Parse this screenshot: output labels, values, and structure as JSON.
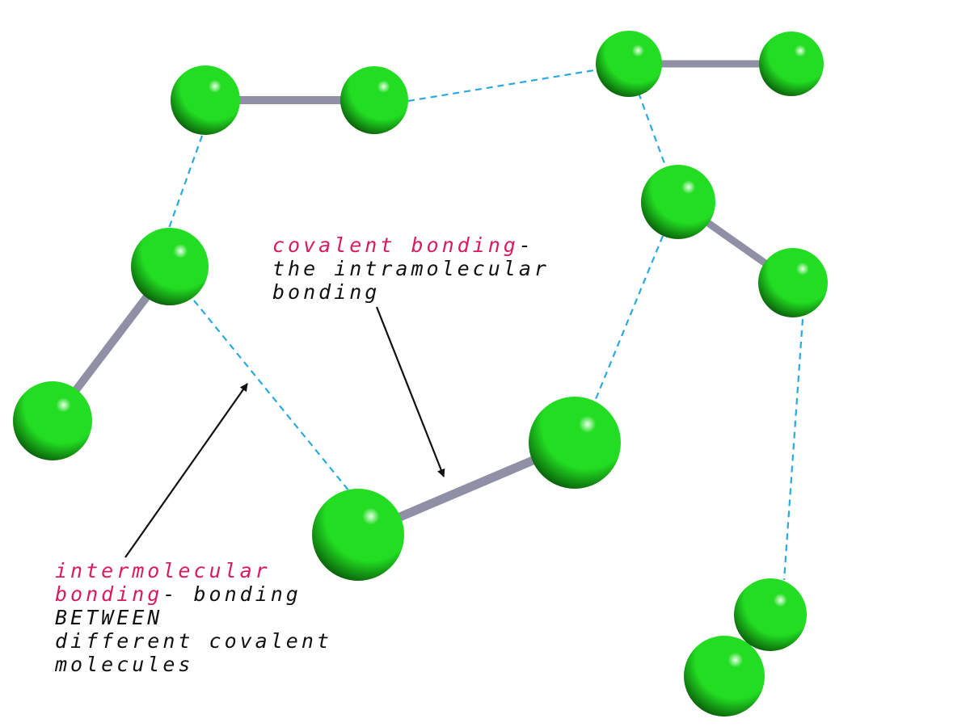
{
  "colors": {
    "atom": "#22dd22",
    "atom_highlight": "#e9ffe9",
    "atom_shadow": "#064a06",
    "covalent_bond": "#8f90a6",
    "intermolecular_bond": "#29a9e0",
    "accent_text": "#d81b60",
    "arrow": "#111111"
  },
  "labels": {
    "covalent": {
      "term": "covalent bonding",
      "dash": "-",
      "line2": "the intramolecular",
      "line3": "bonding"
    },
    "intermolecular": {
      "term_line1": "intermolecular",
      "term_line2": "bonding",
      "rest_line2": "- bonding",
      "line3": "BETWEEN",
      "line4": "different covalent",
      "line5": "molecules"
    }
  }
}
